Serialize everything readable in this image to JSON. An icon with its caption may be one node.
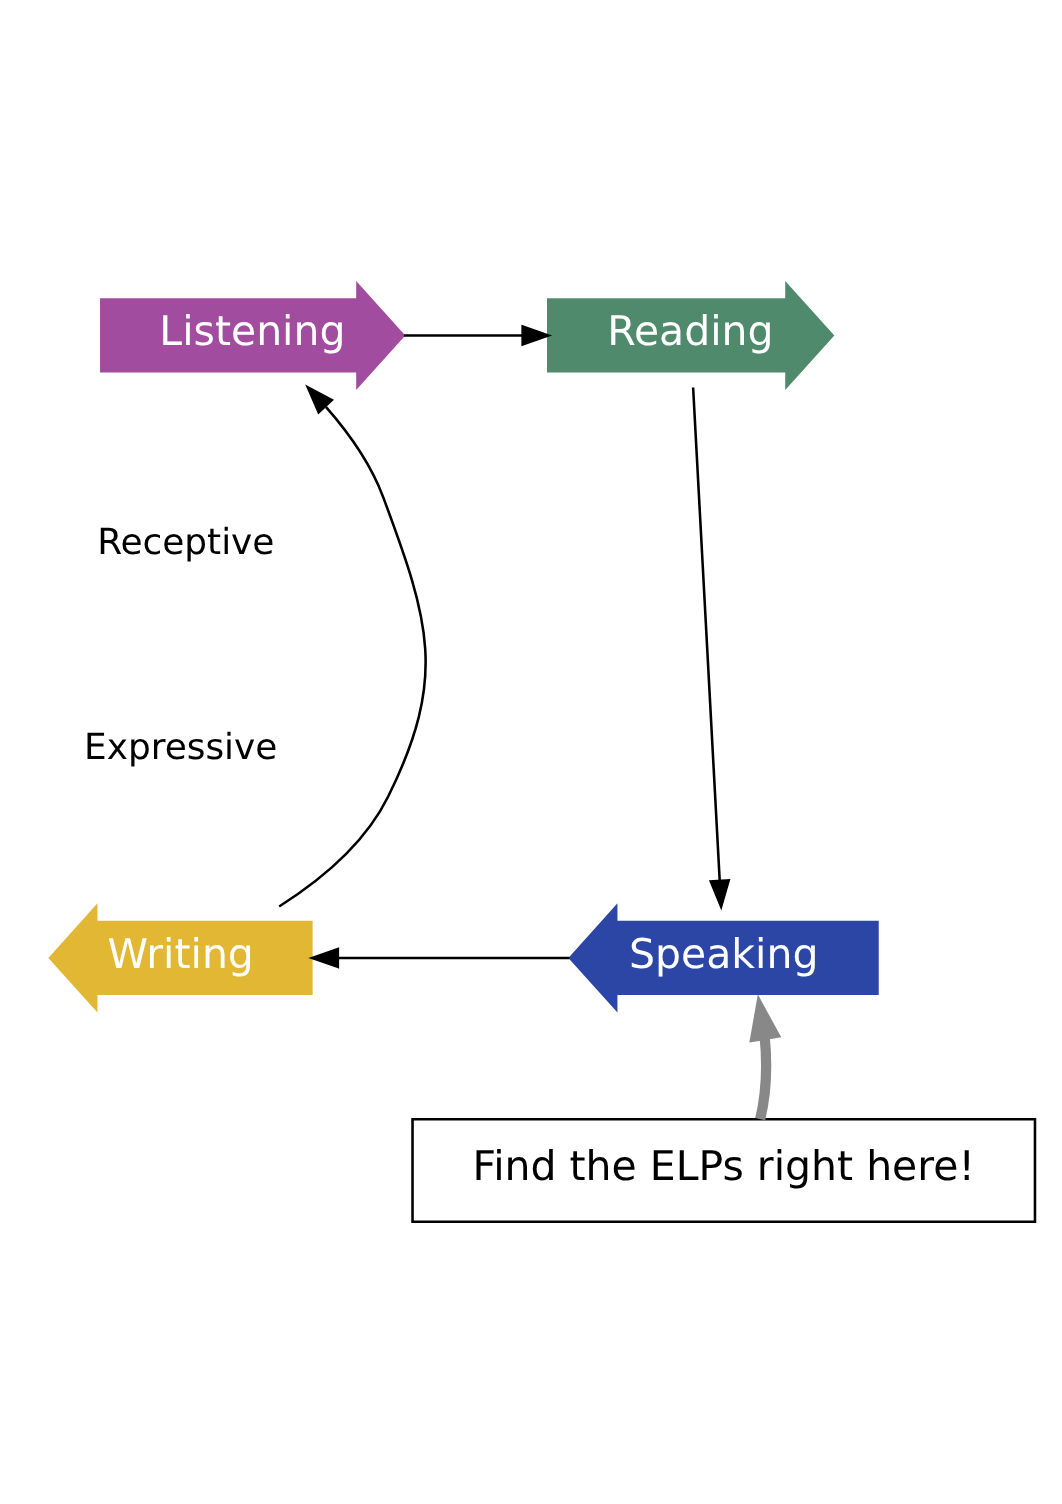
{
  "diagram": {
    "nodes": [
      {
        "text": [
          "Listening"
        ]
      },
      {
        "text": [
          "Reading"
        ]
      },
      {
        "text": [
          "Speaking"
        ]
      },
      {
        "text": [
          "Writing"
        ]
      },
      {
        "text": [
          "Find the ELPs right here!"
        ]
      }
    ],
    "edges": [
      {
        "from": 0,
        "to": 1,
        "arrow": "to"
      },
      {
        "from": 1,
        "to": 2,
        "arrow": "to"
      },
      {
        "from": 2,
        "to": 3,
        "arrow": "to"
      },
      {
        "from": 3,
        "to": 0,
        "arrow": "to"
      },
      {
        "from": 4,
        "to": 2,
        "arrow": "to",
        "style": "thick",
        "color": "#888888"
      }
    ],
    "labels": [
      "Receptive",
      "Expressive"
    ]
  }
}
